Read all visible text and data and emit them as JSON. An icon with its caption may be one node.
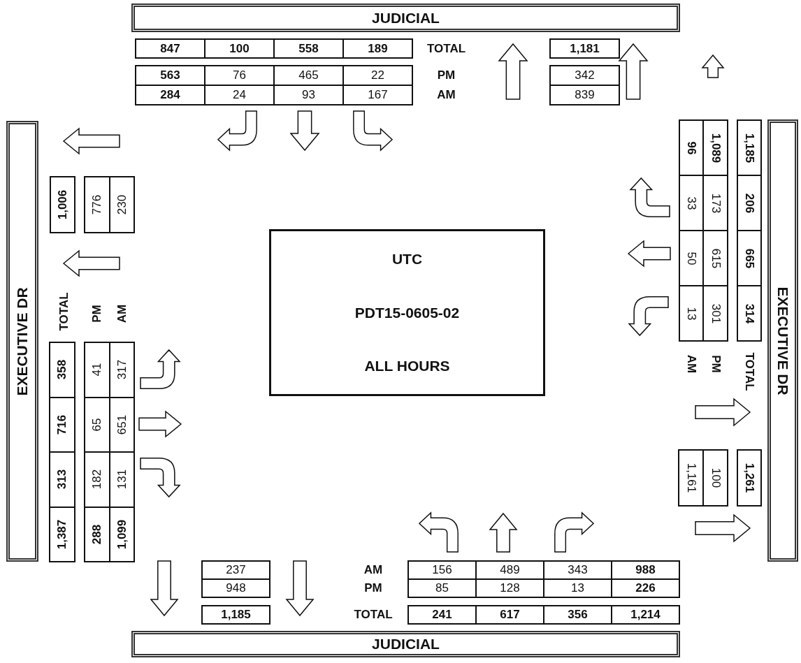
{
  "diagram": {
    "nodes": [
      {
        "text": [
          "JUDICIAL"
        ]
      },
      {
        "text": [
          "EXECUTIVE DR"
        ]
      },
      {
        "text": [
          "UTC",
          "PDT15-0605-02",
          "ALL HOURS"
        ]
      },
      {
        "text": [
          "EXECUTIVE DR"
        ]
      },
      {
        "text": [
          "JUDICIAL"
        ]
      }
    ],
    "labels": [
      "847",
      "100",
      "558",
      "189",
      "TOTAL",
      "1,181",
      "563",
      "76",
      "465",
      "22",
      "PM",
      "342",
      "284",
      "24",
      "93",
      "167",
      "AM",
      "839",
      "1,006",
      "776",
      "230",
      "TOTAL",
      "PM",
      "AM",
      "358",
      "41",
      "317",
      "716",
      "65",
      "651",
      "313",
      "182",
      "131",
      "1,387",
      "288",
      "1,099",
      "96",
      "1,089",
      "1,185",
      "33",
      "173",
      "206",
      "50",
      "615",
      "665",
      "13",
      "301",
      "314",
      "AM",
      "PM",
      "TOTAL",
      "1,161",
      "100",
      "1,261",
      "237",
      "948",
      "1,185",
      "AM",
      "156",
      "489",
      "343",
      "988",
      "PM",
      "85",
      "128",
      "13",
      "226",
      "TOTAL",
      "241",
      "617",
      "356",
      "1,214"
    ]
  }
}
